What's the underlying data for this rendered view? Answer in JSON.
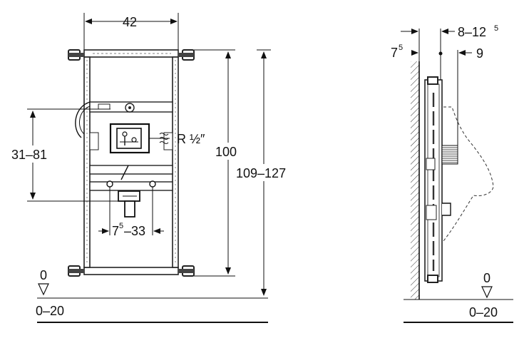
{
  "front_view": {
    "width_label": "42",
    "height_label": "100",
    "total_height_label": "109–127",
    "mount_height_label": "31–81",
    "pipe_label": "R ½″",
    "outlet_spacing_main": "7",
    "outlet_spacing_sup": "5",
    "outlet_spacing_rest": "–33",
    "floor_zero": "0",
    "floor_range": "0–20"
  },
  "side_view": {
    "depth_label_main": "8–12",
    "depth_label_sup": "5",
    "wall_offset_main": "7",
    "wall_offset_sup": "5",
    "offset_9": "9",
    "floor_zero": "0",
    "floor_range": "0–20"
  }
}
